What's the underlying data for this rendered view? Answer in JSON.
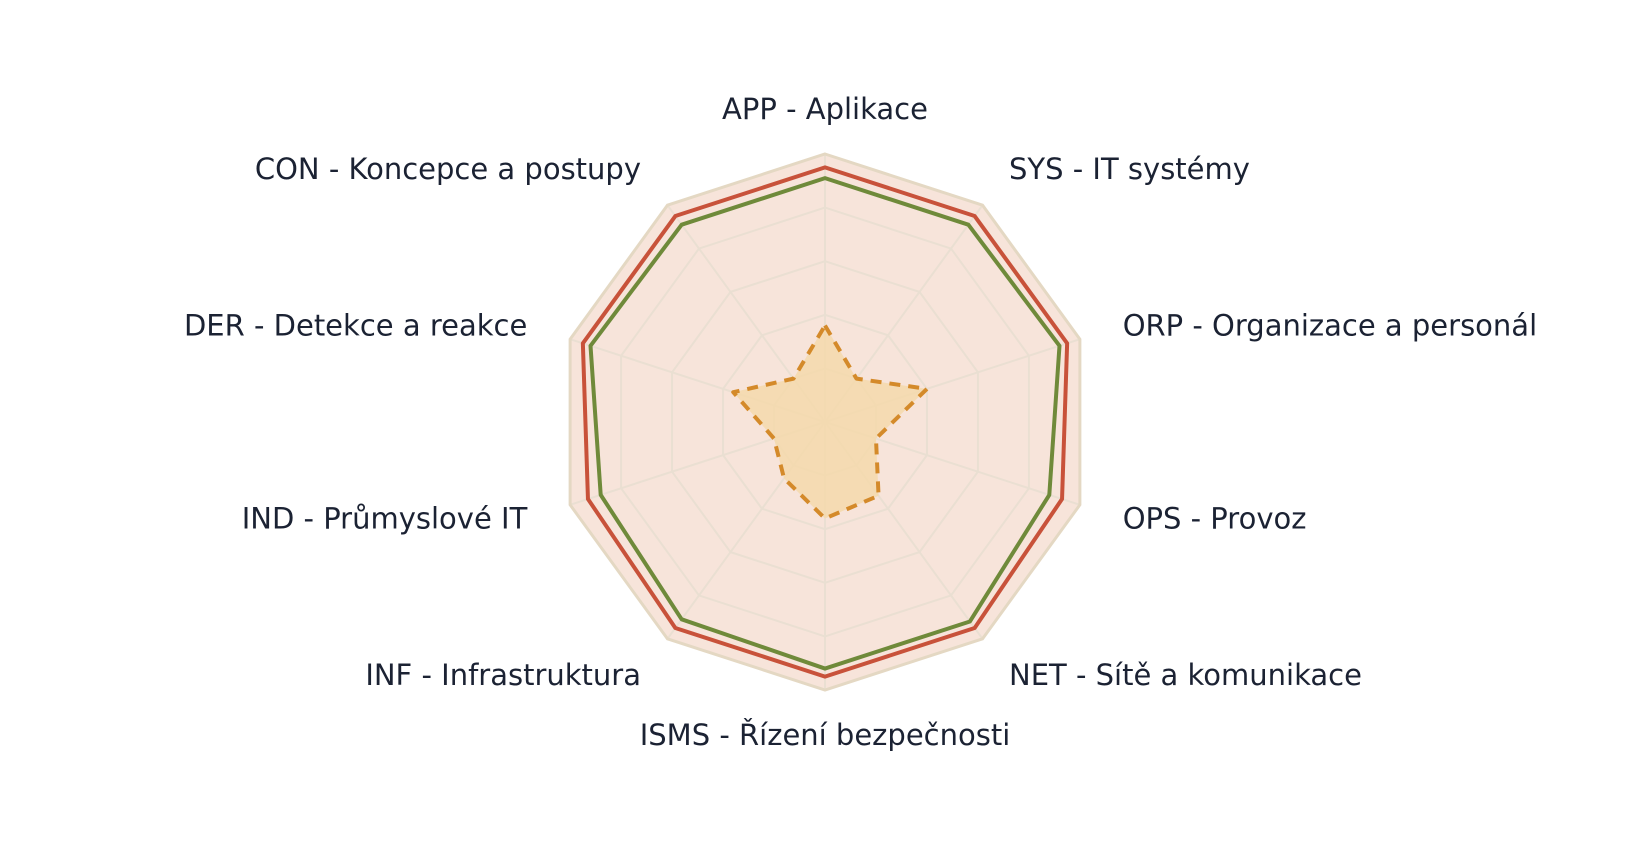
{
  "chart_data": {
    "type": "radar",
    "axes": [
      "APP - Aplikace",
      "SYS - IT systémy",
      "ORP - Organizace a personál",
      "OPS - Provoz",
      "NET - Sítě a komunikace",
      "ISMS - Řízení bezpečnosti",
      "INF - Infrastruktura",
      "IND - Průmyslové IT",
      "DER - Detekce a reakce",
      "CON - Koncepce a postupy"
    ],
    "rlim": [
      0,
      100
    ],
    "grid_levels": 5,
    "grid": true,
    "series": [
      {
        "values": [
          100,
          100,
          100,
          100,
          100,
          100,
          100,
          100,
          100,
          100
        ],
        "color": "#e4d8c3",
        "fill": "#f7e4da",
        "style": "solid"
      },
      {
        "values": [
          95,
          95,
          95,
          93,
          95,
          95,
          95,
          93,
          95,
          95
        ],
        "color": "#c8523a",
        "fill": "none",
        "style": "solid"
      },
      {
        "values": [
          91,
          91,
          92,
          88,
          92,
          92,
          91,
          88,
          92,
          91
        ],
        "color": "#6f8a3a",
        "fill": "none",
        "style": "solid"
      },
      {
        "values": [
          36,
          20,
          40,
          20,
          34,
          36,
          26,
          20,
          36,
          20
        ],
        "color": "#d48a2a",
        "fill": "#f5d9ac",
        "style": "dashed"
      }
    ]
  }
}
